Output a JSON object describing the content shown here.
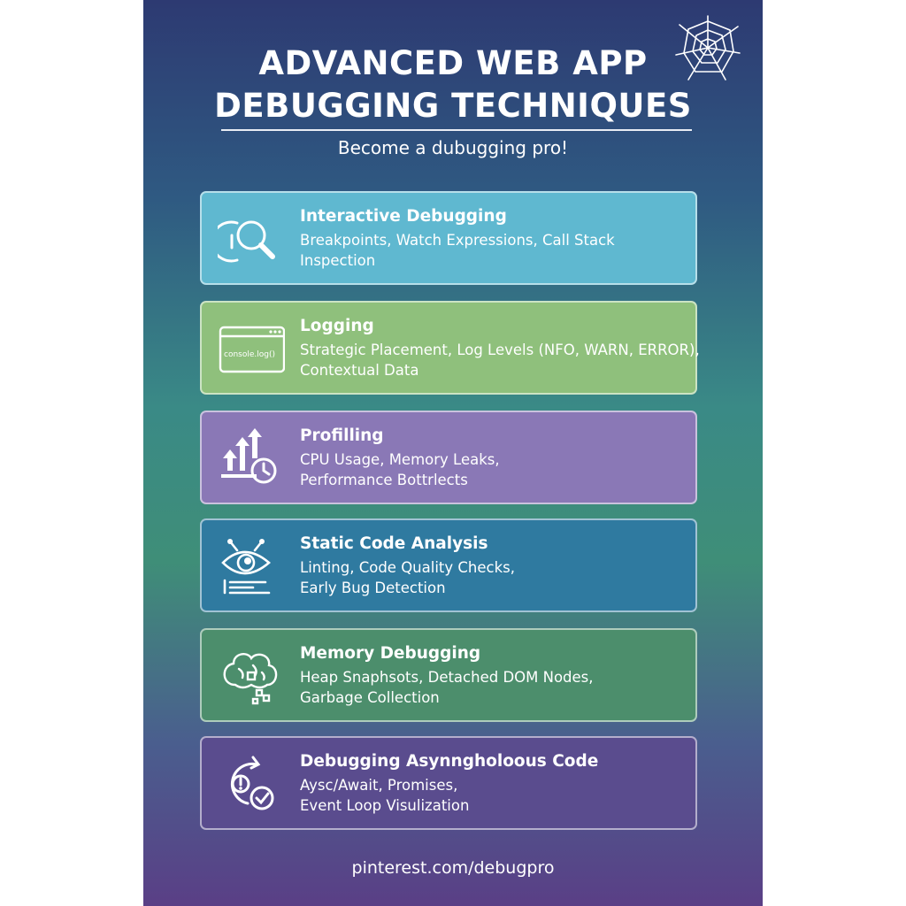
{
  "header": {
    "title_line1": "ADVANCED WEB APP",
    "title_line2": "DEBUGGING TECHNIQUES",
    "subtitle": "Become a dubugging pro!",
    "corner_icon": "spider-web-icon"
  },
  "cards": [
    {
      "title": "Interactive Debugging",
      "desc_line1": "Breakpoints, Watch Expressions, Call Stack",
      "desc_line2": "Inspection",
      "icon": "magnifier-icon",
      "color": "#5fb8d0"
    },
    {
      "title": "Logging",
      "desc_line1": "Strategic Placement, Log Levels (NFO, WARN, ERROR),",
      "desc_line2": "Contextual Data",
      "icon": "console-window-icon",
      "icon_text": "console.log()",
      "color": "#8fc07c"
    },
    {
      "title": "Profilling",
      "desc_line1": "CPU Usage, Memory Leaks,",
      "desc_line2": "Performance Bottrlects",
      "icon": "performance-arrows-clock-icon",
      "color": "#8a78b6"
    },
    {
      "title": "Static Code Analysis",
      "desc_line1": "Linting, Code Quality Checks,",
      "desc_line2": "Early Bug Detection",
      "icon": "eye-bug-icon",
      "color": "#2f7aa0"
    },
    {
      "title": "Memory Debugging",
      "desc_line1": "Heap Snaphsots, Detached DOM Nodes,",
      "desc_line2": "Garbage Collection",
      "icon": "brain-icon",
      "color": "#4c8e6c"
    },
    {
      "title": "Debugging Asynngholoous Code",
      "desc_line1": "Aysc/Await, Promises,",
      "desc_line2": "Event Loop Visulization",
      "icon": "async-check-icon",
      "color": "#5a4c8e"
    }
  ],
  "footer": {
    "text": "pinterest.com/debugpro"
  }
}
